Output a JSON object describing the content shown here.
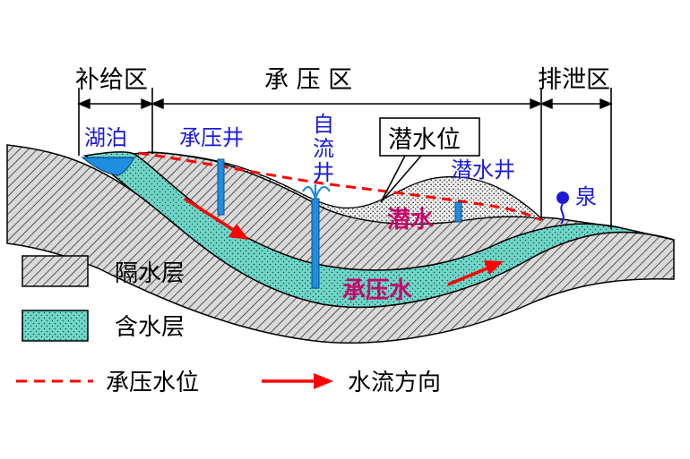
{
  "zones": {
    "recharge": "补给区",
    "confined": "承 压 区",
    "discharge": "排泄区"
  },
  "labels": {
    "lake": "湖泊",
    "confined_well": "承压井",
    "artesian_well": [
      "自",
      "流",
      "井"
    ],
    "water_table": "潜水位",
    "phreatic_well": "潜水井",
    "spring": "泉",
    "phreatic_water": "潜水",
    "confined_water": "承压水"
  },
  "legend": {
    "aquiclude": "隔水层",
    "aquifer": "含水层",
    "confined_level": "承压水位",
    "flow_direction": "水流方向"
  },
  "colors": {
    "aquifer": "#6fd6c8",
    "water": "#1f8de0",
    "dashed_line": "#ff0000",
    "arrow": "#ff0000",
    "label_blue": "#1a1ad8",
    "label_magenta": "#c8006a"
  }
}
